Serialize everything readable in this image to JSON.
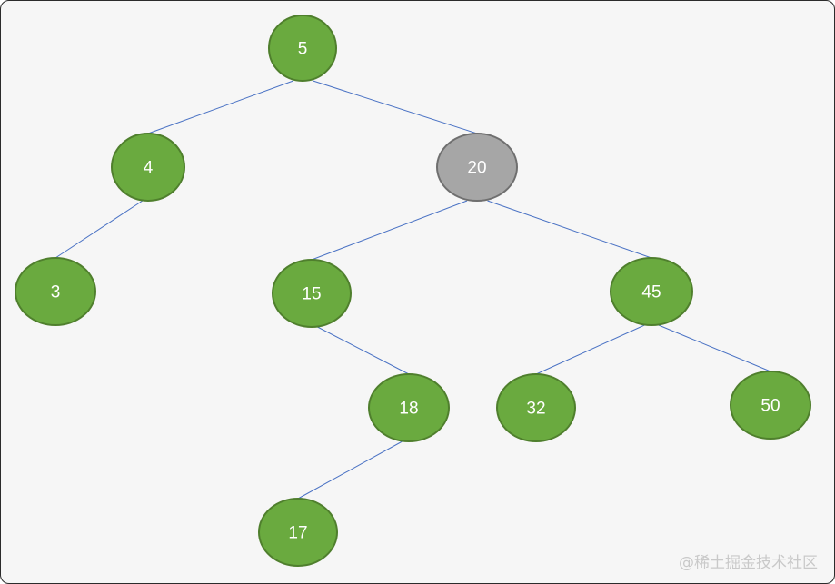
{
  "tree": {
    "nodes": [
      {
        "id": "n5",
        "label": "5",
        "style": "normal"
      },
      {
        "id": "n4",
        "label": "4",
        "style": "normal"
      },
      {
        "id": "n20",
        "label": "20",
        "style": "highlighted"
      },
      {
        "id": "n3",
        "label": "3",
        "style": "normal"
      },
      {
        "id": "n15",
        "label": "15",
        "style": "normal"
      },
      {
        "id": "n45",
        "label": "45",
        "style": "normal"
      },
      {
        "id": "n18",
        "label": "18",
        "style": "normal"
      },
      {
        "id": "n32",
        "label": "32",
        "style": "normal"
      },
      {
        "id": "n50",
        "label": "50",
        "style": "normal"
      },
      {
        "id": "n17",
        "label": "17",
        "style": "normal"
      }
    ],
    "edges": [
      {
        "from": "n5",
        "to": "n4"
      },
      {
        "from": "n5",
        "to": "n20"
      },
      {
        "from": "n4",
        "to": "n3"
      },
      {
        "from": "n20",
        "to": "n15"
      },
      {
        "from": "n20",
        "to": "n45"
      },
      {
        "from": "n15",
        "to": "n18"
      },
      {
        "from": "n18",
        "to": "n17"
      },
      {
        "from": "n45",
        "to": "n32"
      },
      {
        "from": "n45",
        "to": "n50"
      }
    ]
  },
  "colors": {
    "node_fill": "#6aaa3f",
    "node_stroke": "#4f7f2d",
    "highlight_fill": "#a6a6a6",
    "highlight_stroke": "#6f6f6f",
    "edge": "#4a72c4"
  },
  "watermark": "@稀土掘金技术社区"
}
